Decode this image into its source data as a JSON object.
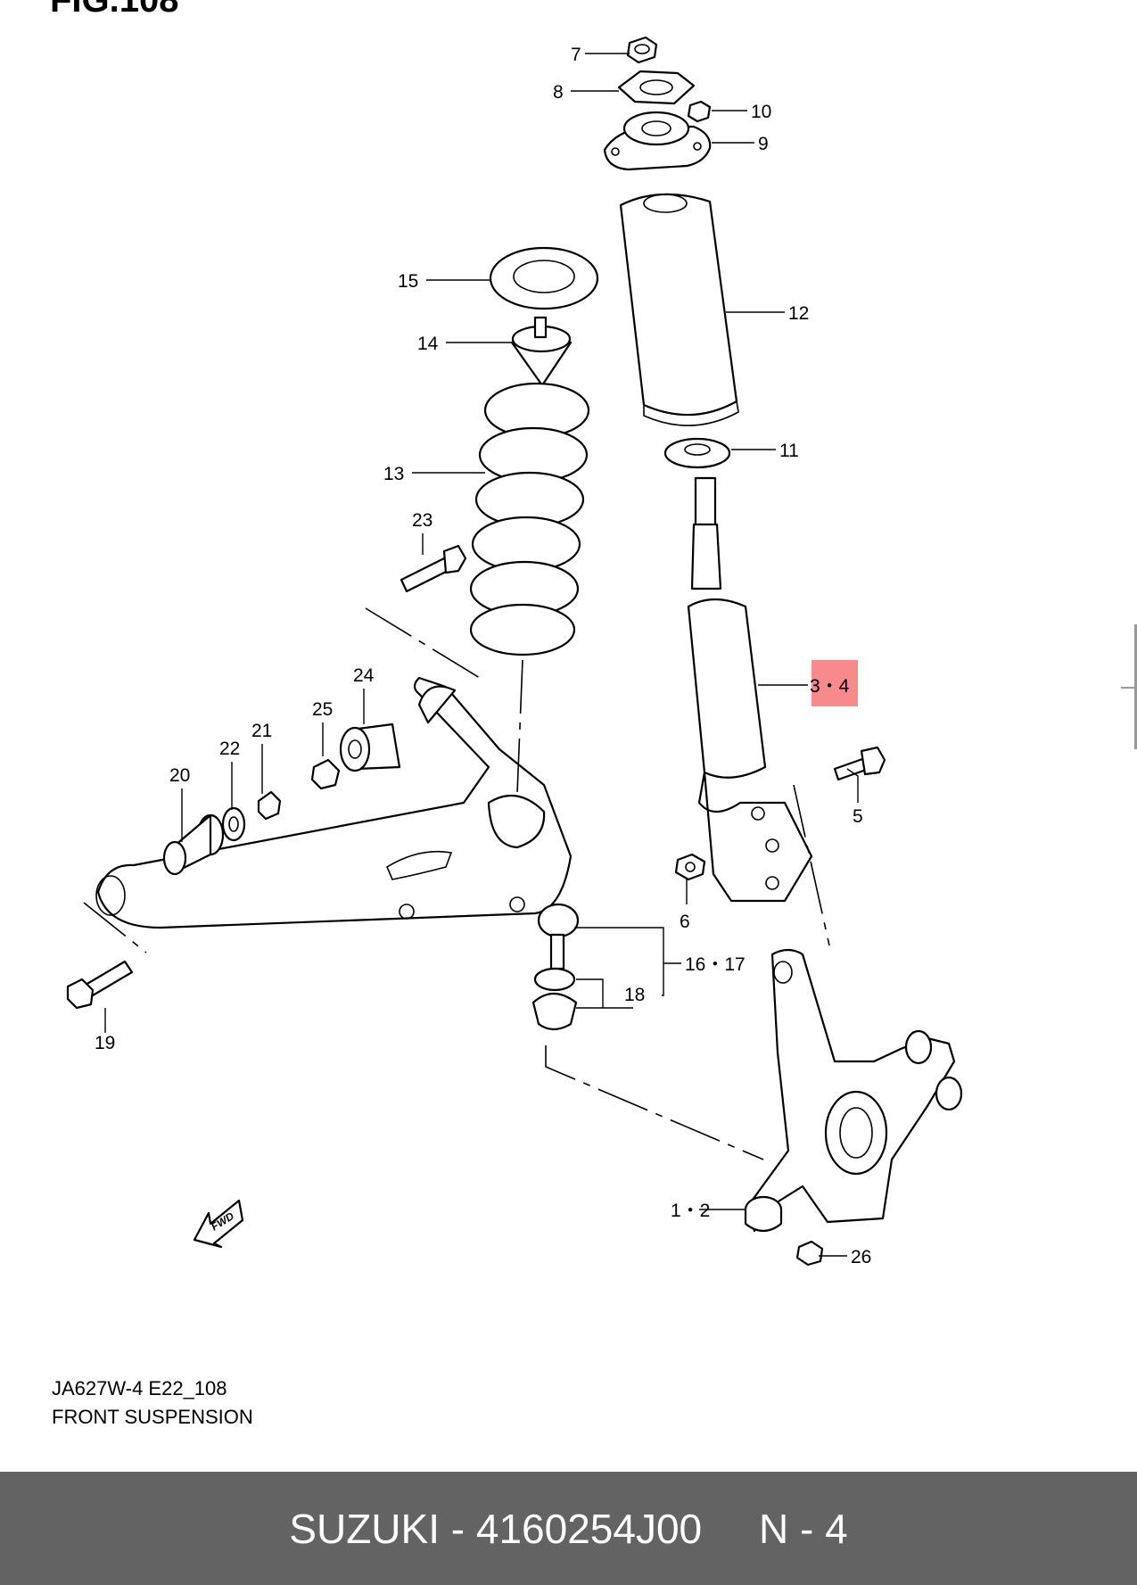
{
  "figure": {
    "title": "FIG.108",
    "code": "JA627W-4 E22_108",
    "name": "FRONT SUSPENSION",
    "fwd_label": "FWD"
  },
  "callouts": {
    "c7": "7",
    "c8": "8",
    "c10": "10",
    "c9": "9",
    "c15": "15",
    "c12": "12",
    "c14": "14",
    "c11": "11",
    "c13": "13",
    "c23": "23",
    "c24": "24",
    "c3_4": "3・4",
    "c25": "25",
    "c22": "22",
    "c21": "21",
    "c20": "20",
    "c5": "5",
    "c6": "6",
    "c16_17": "16・17",
    "c18": "18",
    "c19": "19",
    "c1_2": "1・2",
    "c26": "26"
  },
  "highlight": {
    "callout": "3・4",
    "color": "#f78a8a"
  },
  "footer": {
    "text": "SUZUKI - 4160254J00     N - 4",
    "background": "#636363"
  }
}
